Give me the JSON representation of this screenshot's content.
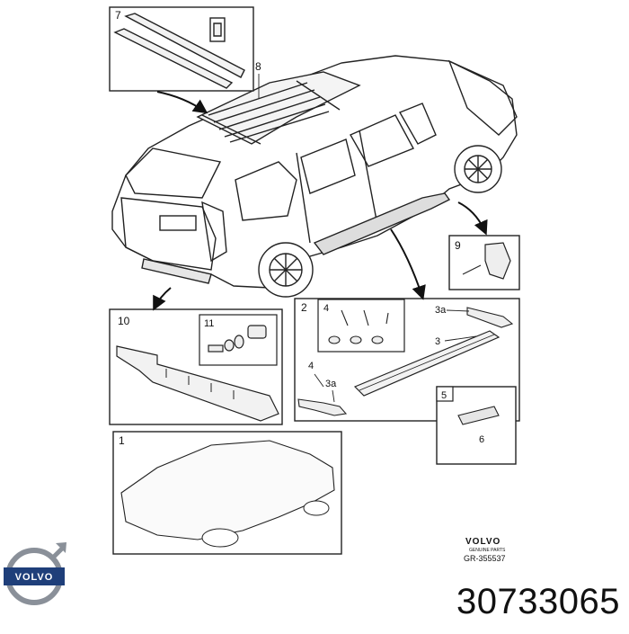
{
  "diagram": {
    "callouts": {
      "c1": "1",
      "c2": "2",
      "c3": "3",
      "c3a_top": "3a",
      "c3a_bottom": "3a",
      "c4_left": "4",
      "c4_top": "4",
      "c5": "5",
      "c6": "6",
      "c7": "7",
      "c8": "8",
      "c9": "9",
      "c10": "10",
      "c11": "11"
    },
    "brand_stamp": {
      "name": "VOLVO",
      "subtitle": "GENUINE PARTS",
      "ref": "GR-355537"
    }
  },
  "logo": {
    "text": "VOLVO",
    "color": "#1f3f7a"
  },
  "part_number": "30733065"
}
